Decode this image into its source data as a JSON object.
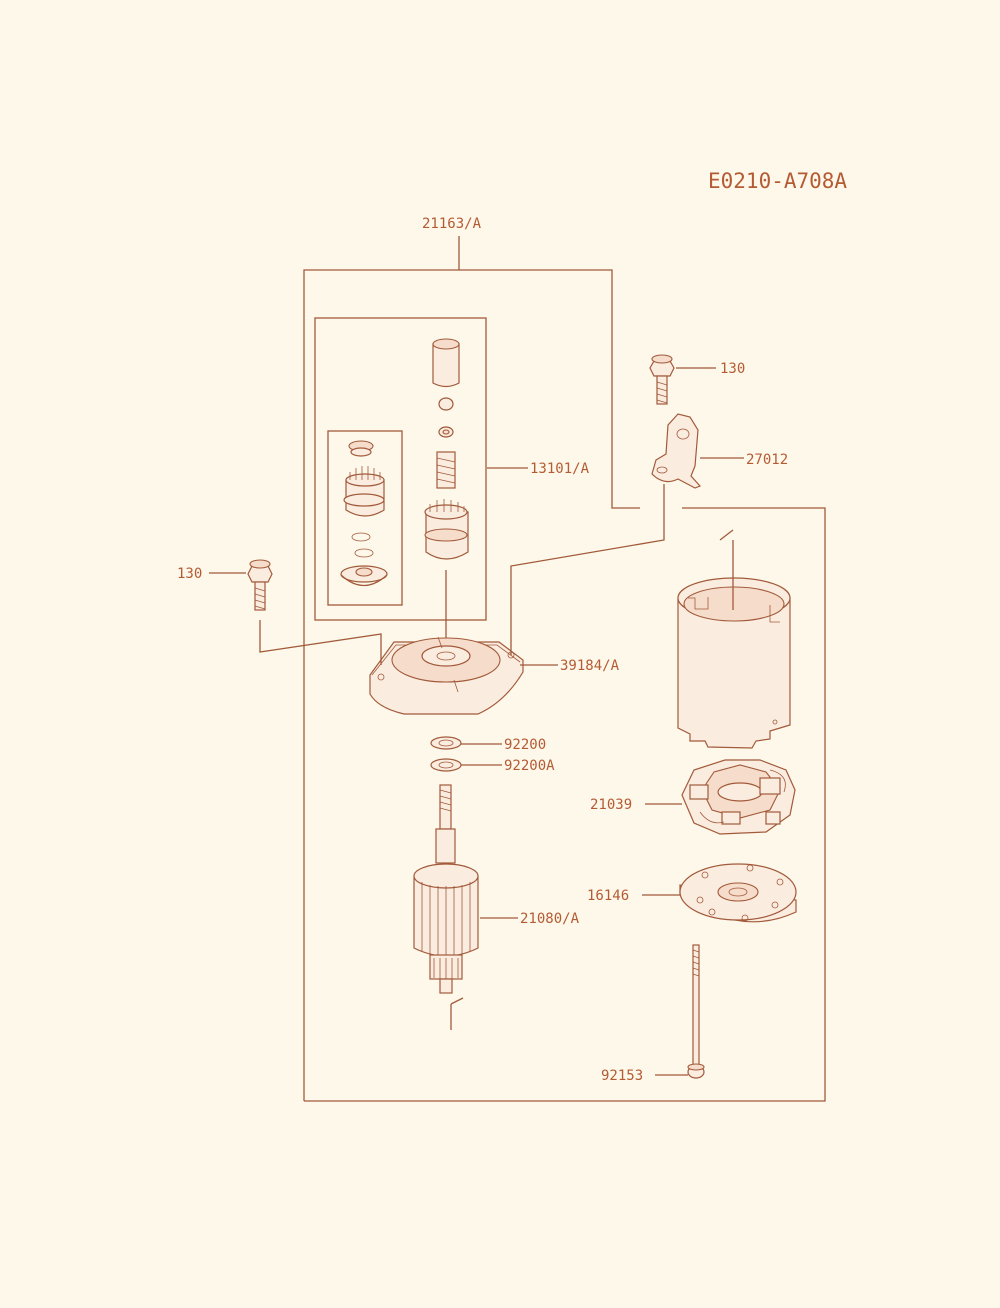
{
  "diagram": {
    "code": "E0210-A708A",
    "colors": {
      "line": "#a25a3a",
      "text": "#b55b34",
      "background": "#fdf8ea"
    },
    "labels": {
      "assembly": "21163/A",
      "bolt_right": "130",
      "bracket": "27012",
      "pinion_kit": "13101/A",
      "bolt_left": "130",
      "end_cover": "39184/A",
      "washer_1": "92200",
      "washer_2": "92200A",
      "brush_holder": "21039",
      "plate": "16146",
      "armature": "21080/A",
      "through_bolt": "92153"
    }
  }
}
